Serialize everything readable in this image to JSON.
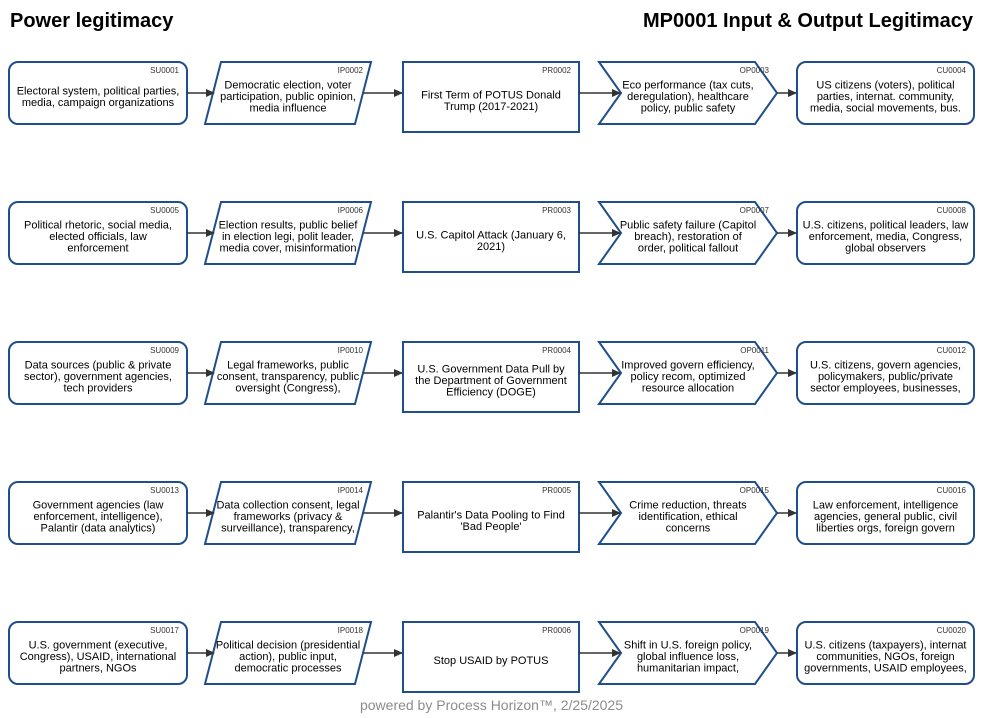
{
  "header": {
    "left_title": "Power legitimacy",
    "right_title": "MP0001 Input & Output Legitimacy"
  },
  "colors": {
    "stroke": "#1f4e8c",
    "arrow": "#333333",
    "text": "#000000",
    "id_text": "#333333",
    "fill": "#ffffff"
  },
  "rows": [
    {
      "supplier": {
        "id": "SU0001",
        "lines": [
          "Electoral system, political parties,",
          "media, campaign organizations"
        ]
      },
      "input": {
        "id": "IP0002",
        "lines": [
          "Democratic election, voter",
          "participation, public opinion,",
          "media influence"
        ]
      },
      "process": {
        "id": "PR0002",
        "lines": [
          "First Term of POTUS Donald",
          "Trump (2017-2021)"
        ]
      },
      "output": {
        "id": "OP0003",
        "lines": [
          "Eco performance (tax cuts,",
          "deregulation), healthcare",
          "policy, public safety"
        ]
      },
      "customer": {
        "id": "CU0004",
        "lines": [
          "US citizens (voters), political",
          "parties, internat. community,",
          "media, social movements, bus."
        ]
      }
    },
    {
      "supplier": {
        "id": "SU0005",
        "lines": [
          "Political rhetoric, social media,",
          "elected officials, law",
          "enforcement"
        ]
      },
      "input": {
        "id": "IP0006",
        "lines": [
          "Election results, public belief",
          "in election legi, polit leader,",
          "media cover, misinformation"
        ]
      },
      "process": {
        "id": "PR0003",
        "lines": [
          "U.S. Capitol Attack (January 6,",
          "2021)"
        ]
      },
      "output": {
        "id": "OP0007",
        "lines": [
          "Public safety failure (Capitol",
          "breach), restoration of",
          "order, political fallout"
        ]
      },
      "customer": {
        "id": "CU0008",
        "lines": [
          "U.S. citizens, political leaders, law",
          "enforcement, media, Congress,",
          "global observers"
        ]
      }
    },
    {
      "supplier": {
        "id": "SU0009",
        "lines": [
          "Data sources (public & private",
          "sector), government agencies,",
          "tech providers"
        ]
      },
      "input": {
        "id": "IP0010",
        "lines": [
          "Legal frameworks, public",
          "consent, transparency, public",
          "oversight (Congress),"
        ]
      },
      "process": {
        "id": "PR0004",
        "lines": [
          "U.S. Government Data Pull by",
          "the Department of Government",
          "Efficiency (DOGE)"
        ]
      },
      "output": {
        "id": "OP0011",
        "lines": [
          "Improved govern efficiency,",
          "policy recom, optimized",
          "resource allocation"
        ]
      },
      "customer": {
        "id": "CU0012",
        "lines": [
          "U.S. citizens, govern agencies,",
          "policymakers, public/private",
          "sector employees, businesses,"
        ]
      }
    },
    {
      "supplier": {
        "id": "SU0013",
        "lines": [
          "Government agencies (law",
          "enforcement, intelligence),",
          "Palantir (data analytics)"
        ]
      },
      "input": {
        "id": "IP0014",
        "lines": [
          "Data collection consent, legal",
          "frameworks (privacy &",
          "surveillance), transparency,"
        ]
      },
      "process": {
        "id": "PR0005",
        "lines": [
          "Palantir's Data Pooling to Find",
          "'Bad People'"
        ]
      },
      "output": {
        "id": "OP0015",
        "lines": [
          "Crime reduction, threats",
          "identification, ethical",
          "concerns"
        ]
      },
      "customer": {
        "id": "CU0016",
        "lines": [
          "Law enforcement, intelligence",
          "agencies, general public, civil",
          "liberties orgs, foreign govern"
        ]
      }
    },
    {
      "supplier": {
        "id": "SU0017",
        "lines": [
          "U.S. government (executive,",
          "Congress), USAID, international",
          "partners, NGOs"
        ]
      },
      "input": {
        "id": "IP0018",
        "lines": [
          "Political decision (presidential",
          "action), public input,",
          "democratic processes"
        ]
      },
      "process": {
        "id": "PR0006",
        "lines": [
          "Stop USAID by POTUS"
        ]
      },
      "output": {
        "id": "OP0019",
        "lines": [
          "Shift in U.S. foreign policy,",
          "global influence loss,",
          "humanitarian impact,"
        ]
      },
      "customer": {
        "id": "CU0020",
        "lines": [
          "U.S. citizens (taxpayers), internat",
          "communities, NGOs, foreign",
          "governments, USAID employees,"
        ]
      }
    }
  ],
  "footer": "powered by Process Horizon™, 2/25/2025"
}
